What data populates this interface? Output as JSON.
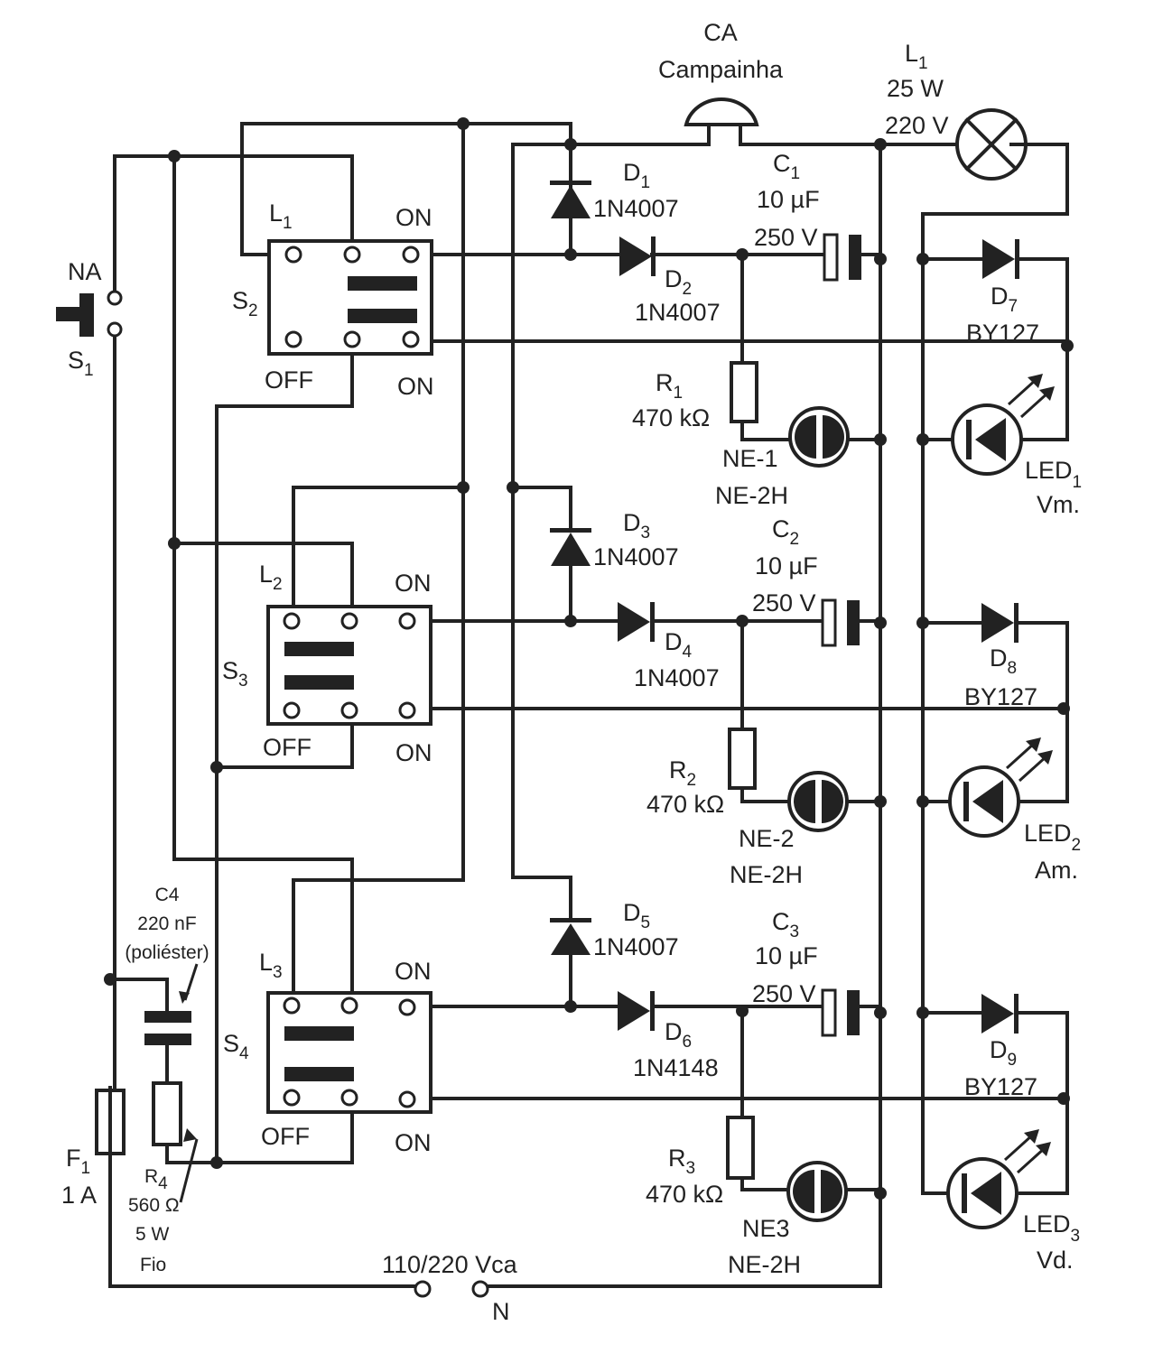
{
  "colors": {
    "ink": "#222222",
    "paper": "#ffffff"
  },
  "bell": {
    "ref": "CA",
    "name": "Campainha"
  },
  "lamp": {
    "ref": "L",
    "sub": "1",
    "power": "25 W",
    "voltage": "220 V"
  },
  "push_button": {
    "type": "NA",
    "ref": "S",
    "sub": "1"
  },
  "switches": [
    {
      "ref": "S",
      "sub": "2",
      "line_ref": "L",
      "line_sub": "1",
      "top_right": "ON",
      "bottom_left": "OFF",
      "bottom_right": "ON"
    },
    {
      "ref": "S",
      "sub": "3",
      "line_ref": "L",
      "line_sub": "2",
      "top_right": "ON",
      "bottom_left": "OFF",
      "bottom_right": "ON"
    },
    {
      "ref": "S",
      "sub": "4",
      "line_ref": "L",
      "line_sub": "3",
      "top_right": "ON",
      "bottom_left": "OFF",
      "bottom_right": "ON"
    }
  ],
  "diodes_vertical": [
    {
      "ref": "D",
      "sub": "1",
      "part": "1N4007"
    },
    {
      "ref": "D",
      "sub": "3",
      "part": "1N4007"
    },
    {
      "ref": "D",
      "sub": "5",
      "part": "1N4007"
    }
  ],
  "diodes_series": [
    {
      "ref": "D",
      "sub": "2",
      "part": "1N4007"
    },
    {
      "ref": "D",
      "sub": "4",
      "part": "1N4007"
    },
    {
      "ref": "D",
      "sub": "6",
      "part": "1N4148"
    }
  ],
  "capacitors": [
    {
      "ref": "C",
      "sub": "1",
      "value": "10 µF",
      "voltage": "250 V"
    },
    {
      "ref": "C",
      "sub": "2",
      "value": "10 µF",
      "voltage": "250 V"
    },
    {
      "ref": "C",
      "sub": "3",
      "value": "10 µF",
      "voltage": "250 V"
    }
  ],
  "resistors": [
    {
      "ref": "R",
      "sub": "1",
      "value": "470 kΩ"
    },
    {
      "ref": "R",
      "sub": "2",
      "value": "470 kΩ"
    },
    {
      "ref": "R",
      "sub": "3",
      "value": "470 kΩ"
    }
  ],
  "neon_lamps": [
    {
      "ref": "NE-1",
      "part": "NE-2H"
    },
    {
      "ref": "NE-2",
      "part": "NE-2H"
    },
    {
      "ref": "NE3",
      "part": "NE-2H"
    }
  ],
  "rectifiers": [
    {
      "ref": "D",
      "sub": "7",
      "part": "BY127"
    },
    {
      "ref": "D",
      "sub": "8",
      "part": "BY127"
    },
    {
      "ref": "D",
      "sub": "9",
      "part": "BY127"
    }
  ],
  "leds": [
    {
      "ref": "LED",
      "sub": "1",
      "color": "Vm."
    },
    {
      "ref": "LED",
      "sub": "2",
      "color": "Am."
    },
    {
      "ref": "LED",
      "sub": "3",
      "color": "Vd."
    }
  ],
  "snubber_cap": {
    "ref": "C4",
    "value": "220 nF",
    "type": "(poliéster)"
  },
  "snubber_res": {
    "ref": "R",
    "sub": "4",
    "value": "560 Ω",
    "power": "5 W",
    "type": "Fio"
  },
  "fuse": {
    "ref": "F",
    "sub": "1",
    "rating": "1 A"
  },
  "mains": {
    "voltage": "110/220 Vca",
    "neutral": "N"
  }
}
